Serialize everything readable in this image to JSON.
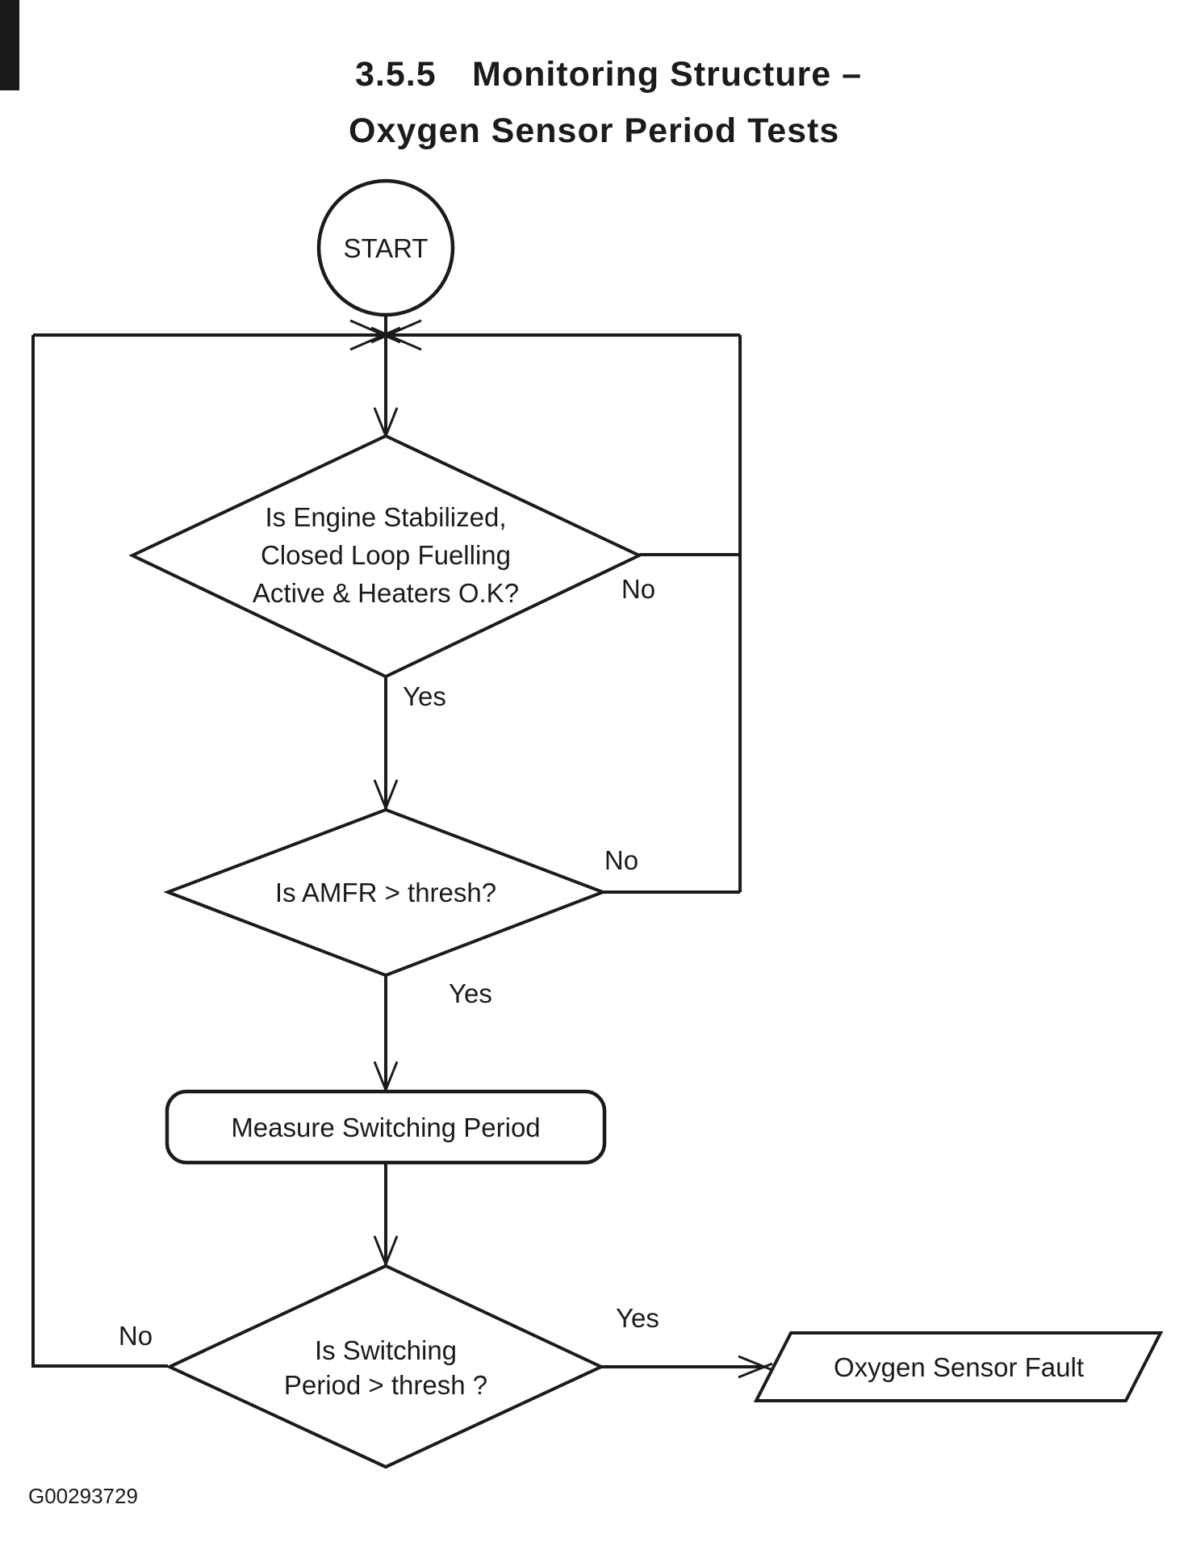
{
  "page": {
    "background": "#ffffff",
    "ink_color": "#1b1b1b",
    "title": {
      "number": "3.5.5",
      "line1": "Monitoring Structure –",
      "line2": "Oxygen Sensor Period Tests"
    },
    "figure_id": "G00293729"
  },
  "flowchart": {
    "start": {
      "label": "START"
    },
    "decision_engine": {
      "lines": [
        "Is Engine Stabilized,",
        "Closed Loop Fuelling",
        "Active & Heaters O.K?"
      ],
      "no_label": "No",
      "yes_label": "Yes"
    },
    "decision_amfr": {
      "label": "Is AMFR > thresh?",
      "no_label": "No",
      "yes_label": "Yes"
    },
    "process_measure": {
      "label": "Measure Switching Period"
    },
    "decision_period": {
      "lines": [
        "Is Switching",
        "Period > thresh ?"
      ],
      "no_label": "No",
      "yes_label": "Yes"
    },
    "output_fault": {
      "label": "Oxygen Sensor Fault"
    }
  }
}
